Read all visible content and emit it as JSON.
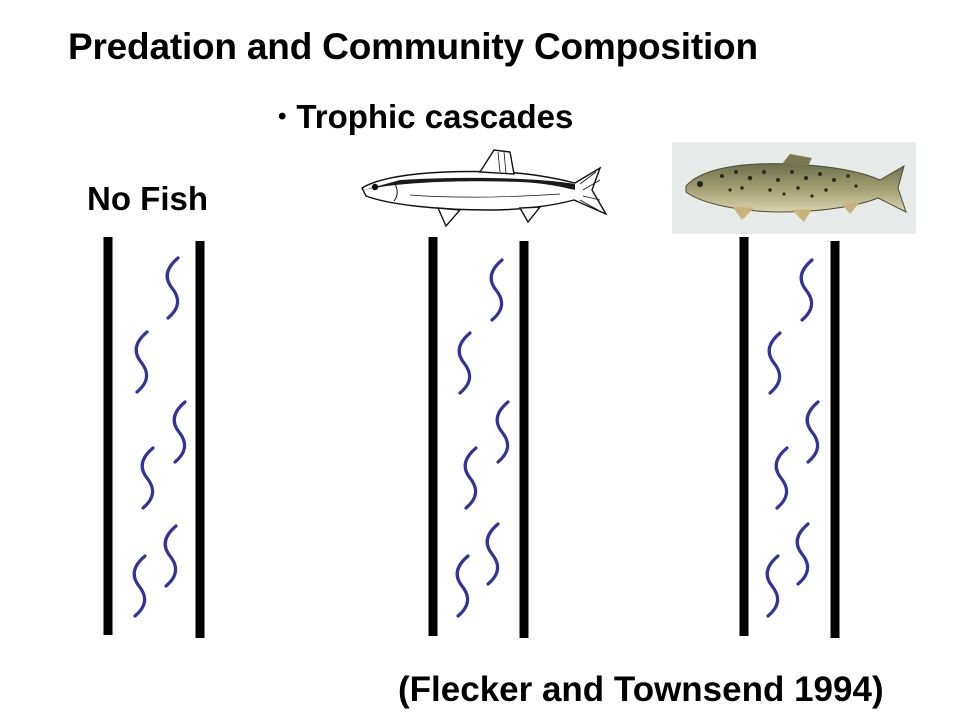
{
  "slide": {
    "title": "Predation and Community Composition",
    "bullet": "Trophic cascades",
    "no_fish_label": "No Fish",
    "citation": "(Flecker and Townsend 1994)"
  },
  "streams": [
    {
      "label": "No Fish",
      "icon": "none"
    },
    {
      "label": "",
      "icon": "minnow-icon"
    },
    {
      "label": "",
      "icon": "trout-photo"
    }
  ],
  "colors": {
    "background": "#ffffff",
    "text": "#000000",
    "stream_walls": "#000000",
    "invertebrates": "#33339a"
  }
}
